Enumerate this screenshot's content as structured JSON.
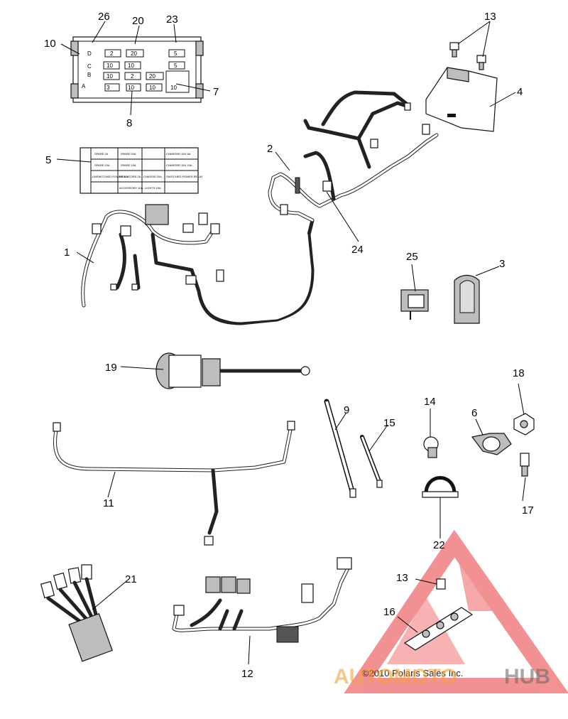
{
  "diagram": {
    "callouts": [
      "1",
      "2",
      "3",
      "4",
      "5",
      "6",
      "7",
      "8",
      "9",
      "10",
      "11",
      "12",
      "13",
      "14",
      "15",
      "16",
      "17",
      "18",
      "19",
      "20",
      "21",
      "22",
      "23",
      "24",
      "25",
      "26"
    ],
    "fuse_box": {
      "row_letters": [
        "D",
        "C",
        "B",
        "A"
      ],
      "values": [
        "2",
        "20",
        "5",
        "10",
        "10",
        "5",
        "10",
        "2",
        "20",
        "3",
        "10",
        "10",
        "10"
      ]
    },
    "decal_cells": [
      "SPARE 2A",
      "SPARE 20A",
      "",
      "CHARGER 15V 5A",
      "SPARE 10A",
      "SPARE 15A",
      "",
      "CHARGER 15V 10A",
      "UNSWITCHED POWER 10A",
      "INDICATORS 2A",
      "CHASSIS 20A",
      "SWITCHED POWER RELAY",
      "",
      "ACCESSORY 10A",
      "LIGHTS 10A",
      ""
    ],
    "copyright": "©2010 Polaris Sales Inc.",
    "watermark": {
      "left": "AUTOMOTO",
      "right": "HUB",
      "colors": {
        "red": "#e8393b",
        "orange": "#f3a23a",
        "gray": "#6d6d6d"
      }
    }
  }
}
